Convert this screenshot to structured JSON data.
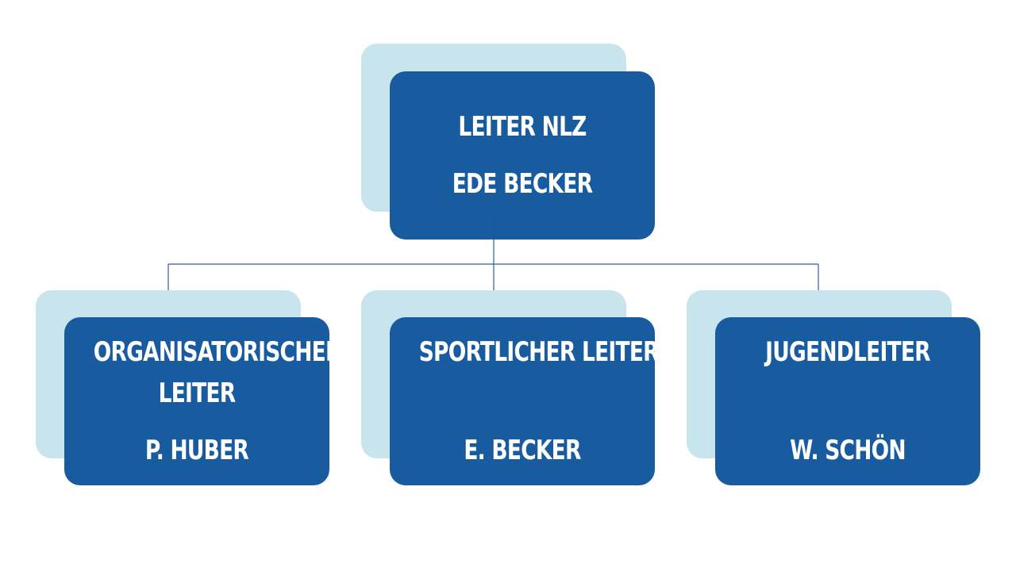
{
  "org_chart": {
    "top": {
      "role": "LEITER NLZ",
      "name": "EDE BECKER"
    },
    "children": [
      {
        "role_line1": "ORGANISATORISCHER",
        "role_line2": "LEITER",
        "name": "P. HUBER"
      },
      {
        "role_line1": "SPORTLICHER LEITER",
        "role_line2": "",
        "name": "E. BECKER"
      },
      {
        "role_line1": "JUGENDLEITER",
        "role_line2": "",
        "name": "W. SCHÖN"
      }
    ]
  },
  "colors": {
    "box": "#14589d",
    "shadow": "#c8e4ec",
    "line": "#2d5f9e",
    "text": "#ffffff"
  }
}
